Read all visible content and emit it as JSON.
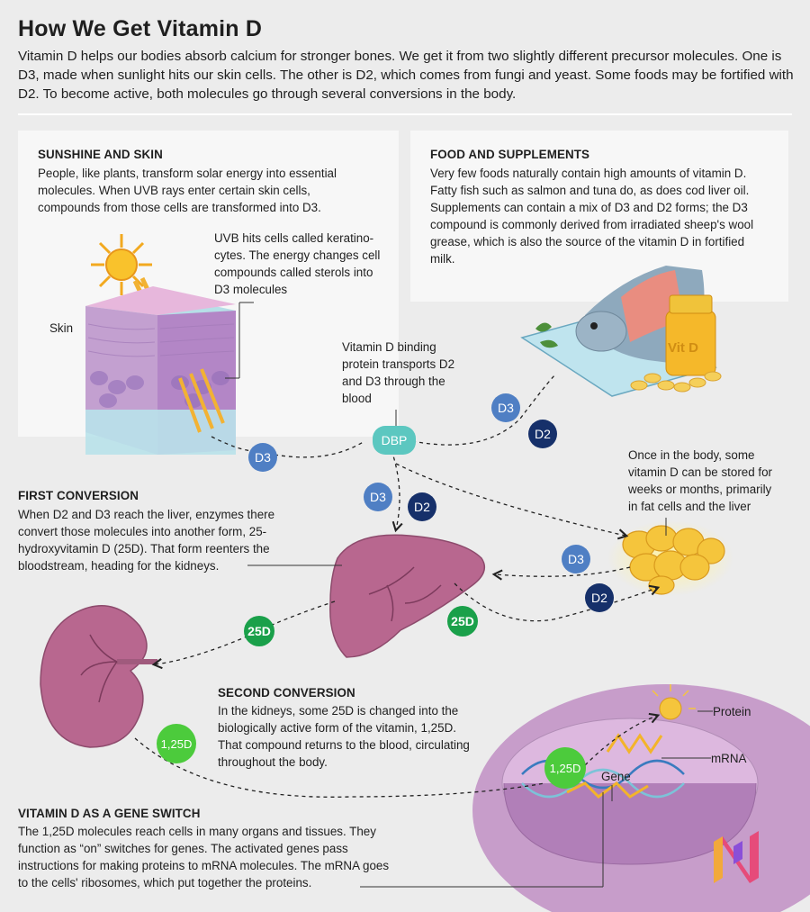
{
  "title": "How We Get Vitamin D",
  "intro": "Vitamin D helps our bodies absorb calcium for stronger bones. We get it from two slightly different precursor molecules. One is D3, made when sunlight hits our skin cells. The other is D2, which comes from fungi and yeast. Some foods may be fortified with D2. To become active, both molecules go through several conversions in the body.",
  "sunshine": {
    "heading": "SUNSHINE AND SKIN",
    "body": "People, like plants, transform solar energy into essential molecules. When UVB rays enter certain skin cells, compounds from those cells are transformed into D3.",
    "note": "UVB hits cells called keratino-cytes. The energy changes cell compounds called sterols into D3 molecules",
    "skin_label": "Skin"
  },
  "food": {
    "heading": "FOOD AND SUPPLEMENTS",
    "body": "Very few foods naturally contain high amounts of vitamin D. Fatty fish such as salmon and tuna do, as does cod liver oil. Supplements can contain a mix of D3 and D2 forms; the D3 compound is commonly derived from irradiated sheep's wool grease, which is also the source of the vitamin D in fortified milk.",
    "bottle_label": "Vit D"
  },
  "dbp": {
    "note": "Vitamin D binding protein transports D2 and D3 through the blood",
    "badge": "DBP"
  },
  "storage_note": "Once in the body, some vitamin D can be stored for weeks or months, primarily in fat cells and the liver",
  "first": {
    "heading": "FIRST CONVERSION",
    "body": "When D2 and D3 reach the liver, enzymes there convert those molecules into another form, 25-hydroxyvitamin D (25D). That form reenters the bloodstream, heading for the kidneys."
  },
  "second": {
    "heading": "SECOND CONVERSION",
    "body": "In the kidneys, some 25D is changed into the biologically active form of the vitamin, 1,25D. That compound returns to the blood, circulating throughout the body."
  },
  "gene": {
    "heading": "VITAMIN D AS A GENE SWITCH",
    "body": "The 1,25D molecules reach cells in many organs and tissues. They function as “on” switches for genes. The activated genes pass instructions for making proteins to mRNA molecules. The mRNA goes to the cells' ribosomes, which put together the proteins.",
    "protein_label": "Protein",
    "mrna_label": "mRNA",
    "gene_label": "Gene"
  },
  "badges": {
    "d3": "D3",
    "d2": "D2",
    "d25": "25D",
    "d125": "1,25D"
  },
  "colors": {
    "d3": "#4f7fc4",
    "d2": "#16306a",
    "dbp": "#5cc7c0",
    "d25": "#1aa04a",
    "d125": "#4ccb3c",
    "organ": "#b8678f",
    "cell": "#c79dca"
  }
}
